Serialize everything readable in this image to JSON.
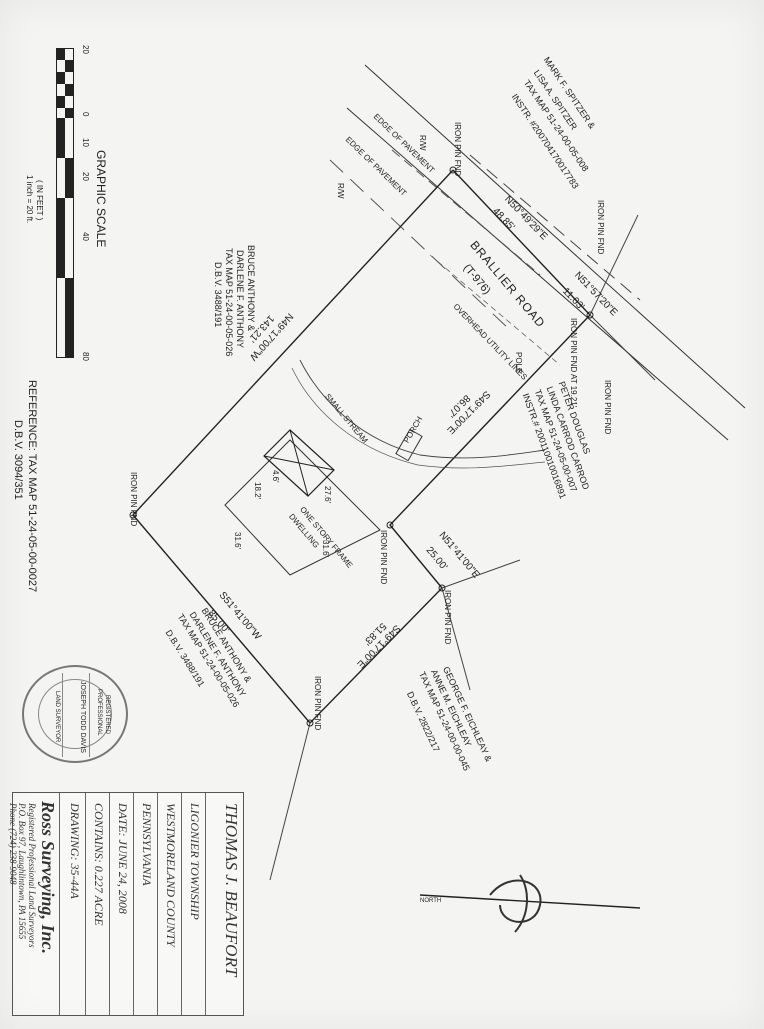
{
  "graphic_scale": {
    "title": "GRAPHIC SCALE",
    "ticks": [
      "20",
      "0",
      "10",
      "20",
      "40",
      "80"
    ],
    "unit_label": "( IN FEET )",
    "ratio": "1 inch = 20 ft."
  },
  "adjoiners": {
    "north": [
      "MARK F. SPITZER &",
      "LISA A. SPITZER",
      "TAX MAP 51-24-00-05-008",
      "INSTR. #200704170017783"
    ],
    "west": [
      "BRUCE ANTHONY &",
      "DARLENE F. ANTHONY",
      "TAX MAP 51-24-00-05-026",
      "D.B.V. 3488/191"
    ],
    "east_upper": [
      "PETER DOUGLAS",
      "LINDA CARROD CARROD",
      "TAX MAP 51-24-05-00-007",
      "INSTR.# 200110010016891"
    ],
    "south": [
      "BRUCE ANTHONY &",
      "DARLENE F. ANTHONY",
      "TAX MAP 51-24-00-05-026",
      "D.B.V. 3488/191"
    ],
    "east_lower": [
      "GEORGE F. EICHLEAY &",
      "ANNE M. EICHLEAY",
      "TAX MAP 51-24-00-00-045",
      "D.B.V. 2822/217"
    ]
  },
  "road": {
    "name": "BRALLIER ROAD",
    "route": "(T-976)",
    "edge1": "EDGE OF PAVEMENT",
    "edge2": "EDGE OF PAVEMENT",
    "rw1": "R/W",
    "rw2": "R/W",
    "utility": "OVERHEAD UTILITY LINES",
    "pole": "POLE"
  },
  "bearings": {
    "b1": "N50°49'29\"E",
    "d1": "48.85'",
    "b2": "N51°57'20\"E",
    "d2": "11.03'",
    "b3": "S49°17'00\"E",
    "d3": "86.07'",
    "b4": "N51°41'00\"E",
    "d4": "25.00'",
    "b5": "S49°17'00\"E",
    "d5": "51.83'",
    "b6": "S51°41'00\"W",
    "d6": "85.00'",
    "b7": "N49°17'00\"W",
    "d7": "143.21'"
  },
  "pins": {
    "p1": "IRON PIN FND",
    "p2": "IRON PIN FND",
    "p3": "IRON PIN FND AT 19.21'",
    "p4": "IRON PIN FND",
    "p5": "IRON PIN FND",
    "p6": "IRON PIN FND",
    "p7": "IRON PIN FND",
    "p8": "IRON PIN FND"
  },
  "features": {
    "stream": "SMALL STREAM",
    "house_line1": "ONE STORY FRAME",
    "house_line2": "DWELLING",
    "porch": "PORCH",
    "dims": [
      "27.6'",
      "31.6'",
      "18.2'",
      "4.6'",
      "31.6'"
    ]
  },
  "reference": {
    "line1": "REFERENCE: TAX MAP 51-24-05-00-0027",
    "line2": "D.B.V. 3094/351"
  },
  "seal": {
    "name": "JOSEPH TODD DAVIS",
    "line1": "REGISTERED",
    "line2": "PROFESSIONAL",
    "line3": "LAND SURVEYOR"
  },
  "title_block": {
    "owner": "THOMAS J. BEAUFORT",
    "township": "LIGONIER TOWNSHIP",
    "county": "WESTMORELAND COUNTY",
    "state": "PENNSYLVANIA",
    "date": "DATE: JUNE 24, 2008",
    "contains": "CONTAINS: 0.227 ACRE",
    "drawing": "DRAWING: 35-44A",
    "company": "Ross Surveying, Inc.",
    "company_sub": "Registered Professional Land Surveyors",
    "address": "P.O. Box 97, Laughlintown, PA 15655",
    "phone": "Phone (724) 238-9048"
  },
  "north_arrow": {
    "label": "NORTH"
  },
  "colors": {
    "ink": "#2a2a2a",
    "paper": "#f4f4f2"
  }
}
